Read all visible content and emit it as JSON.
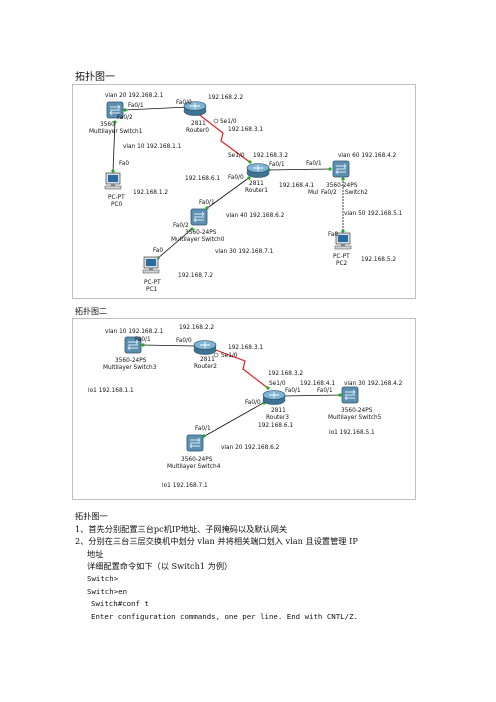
{
  "heading": "拓扑图一",
  "caption2": "拓扑图二",
  "colors": {
    "link_serial": "#e02020",
    "link_ethernet": "#111111",
    "port_dot": "#22aa22",
    "switch_body": "#5c8fb0",
    "router_body": "#4d86a8"
  },
  "diagram1": {
    "labels": {
      "sw1_vlan": "vlan 20 192.168.2.1",
      "sw1_fa01": "Fa0/1",
      "sw1_fa02": "Fa0/2",
      "sw1_model": "3560",
      "sw1_name": "Multilayer Switch1",
      "sw1_vlan10": "vlan 10 192.168.1.1",
      "r0_fa00": "Fa0/0",
      "r0_ip": "192.168.2.2",
      "r0_model": "2811",
      "r0_name": "Router0",
      "r0_se10": "Se1/0",
      "r0_link_ip": "192.168.3.1",
      "pc0_fa0": "Fa0",
      "pc0_model": "PC-PT",
      "pc0_name": "PC0",
      "pc0_ip": "192.168.1.2",
      "r1_se10": "Se1/0",
      "r1_ip": "192.168.3.2",
      "r1_fa01": "Fa0/1",
      "r1_fa00": "Fa0/0",
      "r1_model": "2811",
      "r1_name": "Router1",
      "r1_left_ip": "192.168.6.1",
      "r1_right_ip": "192.168.4.1",
      "sw2_vlan": "vlan 60 192.168.4.2",
      "sw2_fa01": "Fa0/1",
      "sw2_model": "3560-24PS",
      "sw2_name": "Switch2",
      "sw2_prefix": "Mul",
      "sw2_fa02": "Fa0/2",
      "sw2_vlan50": "vlan 50 192.168.5.1",
      "pc2_fa0": "Fa0",
      "pc2_model": "PC-PT",
      "pc2_name": "PC2",
      "pc2_ip": "192.168.5.2",
      "sw0_fa01": "Fa0/1",
      "sw0_fa02": "Fa0/2",
      "sw0_model": "3560-24PS",
      "sw0_name": "Multilayer Switch0",
      "sw0_vlan40": "vlan 40 192.168.6.2",
      "sw0_vlan30": "vlan 30 192.168.7.1",
      "pc1_fa0": "Fa0",
      "pc1_model": "PC-PT",
      "pc1_name": "PC1",
      "pc1_ip": "192.168.7.2"
    }
  },
  "diagram2": {
    "labels": {
      "sw3_vlan": "vlan 10 192.168.2.1",
      "sw3_fa01": "Fa0/1",
      "sw3_model": "3560-24PS",
      "sw3_name": "Multilayer Switch3",
      "lo1_sw3": "lo1 192.168.1.1",
      "r2_ip": "192.168.2.2",
      "r2_fa00": "Fa0/0",
      "r2_model": "2811",
      "r2_name": "Router2",
      "r2_se10": "Se1/0",
      "r2_link_ip": "192.168.3.1",
      "r3_ip": "192.168.3.2",
      "r3_se10": "Se1/0",
      "r3_fa01": "Fa0/1",
      "r3_fa00": "Fa0/0",
      "r3_model": "2811",
      "r3_name": "Router3",
      "r3_right_ip": "192.168.4.1",
      "r3_bottom_ip": "192.168.6.1",
      "sw5_vlan": "vlan 30 192.168.4.2",
      "sw5_fa01": "Fa0/1",
      "sw5_model": "3560-24PS",
      "sw5_name": "Multilayer Switch5",
      "sw5_lo1": "lo1 192.168.5.1",
      "sw4_fa01": "Fa0/1",
      "sw4_vlan": "vlan 20 192.168.6.2",
      "sw4_model": "3560-24PS",
      "sw4_name": "Multilayer Switch4",
      "sw4_lo1": "lo1 192.168.7.1"
    }
  },
  "body": {
    "title": "拓扑图一",
    "step1": "1、首先分别配置三台pc机IP地址、子网掩码以及默认网关",
    "step2": "2、分别在三台三层交换机中划分 vlan 并将相关端口划入 vlan 且设置管理 IP",
    "step2_cont": "地址",
    "detail": "详细配置命令如下（以 Switch1 为例）",
    "cmd1": "Switch>",
    "cmd2": "Switch>en",
    "cmd3": "Switch#conf t",
    "cmd4": "Enter configuration commands, one per line.  End with CNTL/Z."
  }
}
